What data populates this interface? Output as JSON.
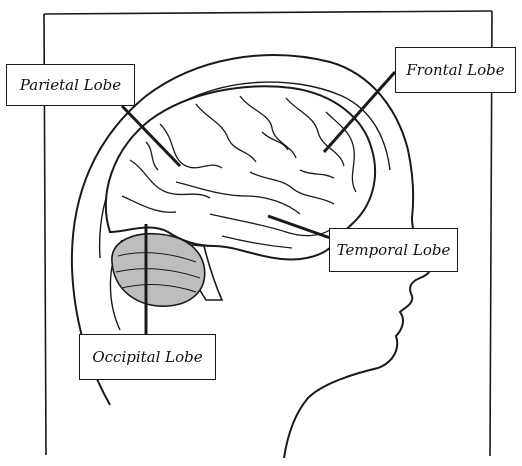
{
  "diagram": {
    "labels": {
      "parietal": "Parietal Lobe",
      "frontal": "Frontal Lobe",
      "temporal": "Temporal Lobe",
      "occipital": "Occipital Lobe"
    },
    "colors": {
      "ink": "#1a1a1a",
      "background": "#ffffff",
      "cerebellum_fill": "#bdbdbd"
    }
  }
}
